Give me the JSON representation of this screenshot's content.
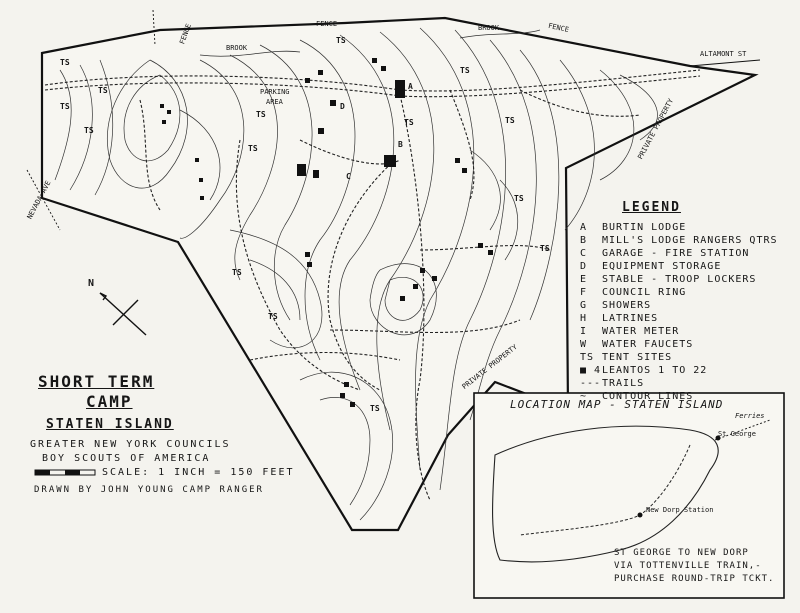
{
  "map": {
    "title_line1": "SHORT TERM",
    "title_line2": "CAMP",
    "title_line3": "STATEN ISLAND",
    "org_line1": "GREATER NEW YORK COUNCILS",
    "org_line2": "BOY SCOUTS OF AMERICA",
    "scale": "SCALE: 1 INCH = 150 FEET",
    "drawn_by": "DRAWN BY JOHN YOUNG CAMP RANGER",
    "labels": {
      "fence_left": "FENCE",
      "fence_mid": "FENCE",
      "fence_right": "FENCE",
      "brook_left": "BROOK",
      "brook_right": "BROOK",
      "altamont": "ALTAMONT ST",
      "nevada": "NEVADA AVE",
      "parking": "PARKING",
      "area": "AREA",
      "private_right": "PRIVATE PROPERTY",
      "private_bottom": "PRIVATE PROPERTY",
      "north": "N"
    },
    "tent_site": "TS",
    "buildings": [
      "A",
      "B",
      "C",
      "D"
    ]
  },
  "legend": {
    "title": "LEGEND",
    "items": [
      {
        "key": "A",
        "text": "BURTIN LODGE"
      },
      {
        "key": "B",
        "text": "MILL'S LODGE RANGERS QTRS"
      },
      {
        "key": "C",
        "text": "GARAGE - FIRE STATION"
      },
      {
        "key": "D",
        "text": "EQUIPMENT STORAGE"
      },
      {
        "key": "E",
        "text": "STABLE - TROOP LOCKERS"
      },
      {
        "key": "F",
        "text": "COUNCIL RING"
      },
      {
        "key": "G",
        "text": "SHOWERS"
      },
      {
        "key": "H",
        "text": "LATRINES"
      },
      {
        "key": "I",
        "text": "WATER METER"
      },
      {
        "key": "W",
        "text": "WATER FAUCETS"
      },
      {
        "key": "TS",
        "text": "TENT SITES"
      },
      {
        "key": "■ 4",
        "text": "LEANTOS 1 TO 22"
      },
      {
        "key": "---",
        "text": "TRAILS"
      },
      {
        "key": "~",
        "text": "CONTOUR LINES"
      }
    ]
  },
  "inset": {
    "title": "LOCATION MAP - STATEN ISLAND",
    "ferries": "Ferries",
    "st_george": "St George",
    "new_dorp": "New Dorp Station",
    "note_line1": "ST GEORGE TO NEW DORP",
    "note_line2": "VIA TOTTENVILLE TRAIN,-",
    "note_line3": "PURCHASE ROUND-TRIP TCKT."
  }
}
